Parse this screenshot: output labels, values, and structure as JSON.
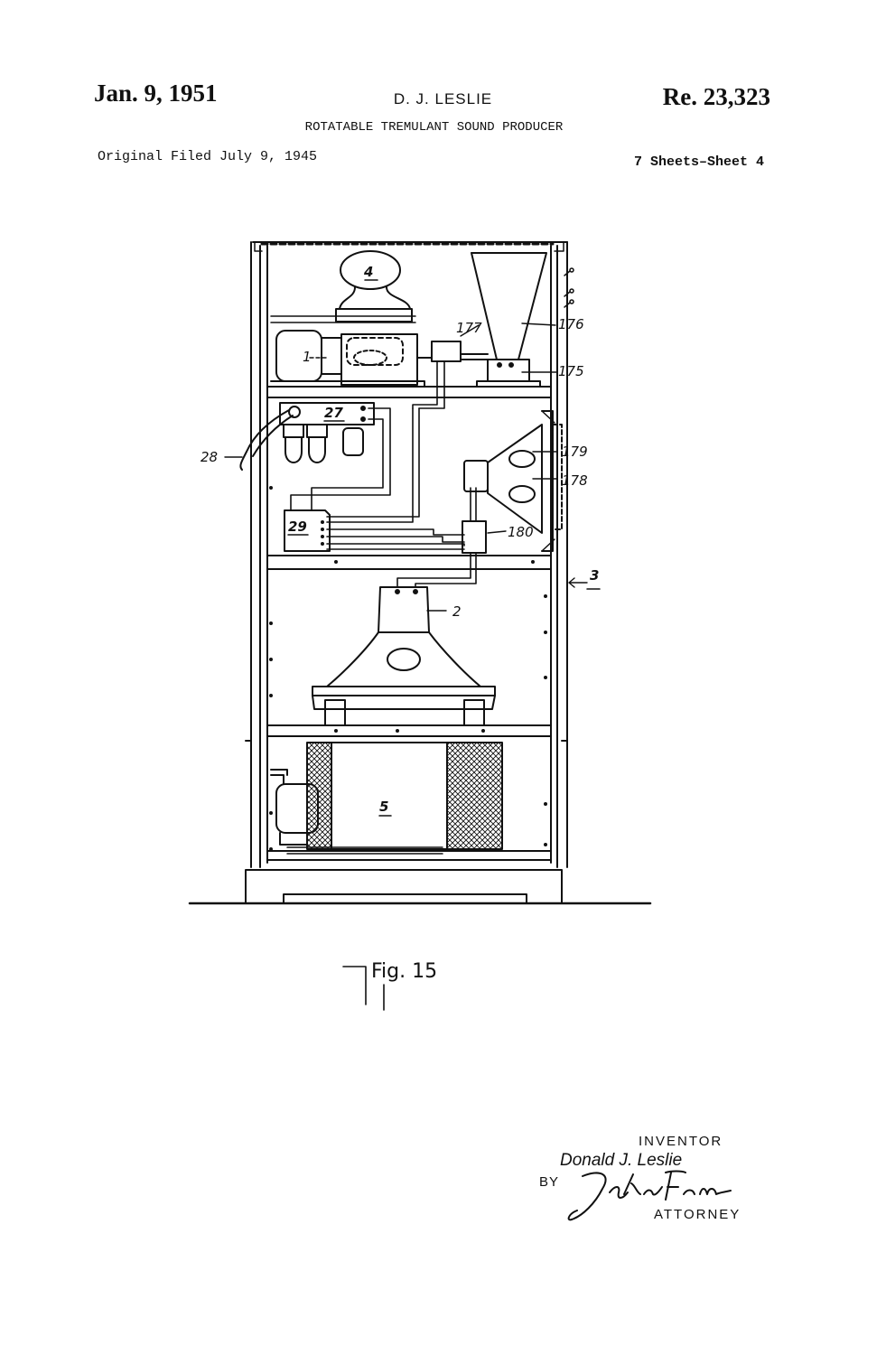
{
  "header": {
    "date": "Jan. 9, 1951",
    "inventor_name": "D. J. LESLIE",
    "patent_number": "Re. 23,323",
    "title": "ROTATABLE TREMULANT SOUND PRODUCER",
    "filed": "Original Filed July 9, 1945",
    "sheets": "7 Sheets–Sheet 4"
  },
  "drawing": {
    "figure_label": "Fig. 15",
    "reference_numerals": {
      "r1": "1",
      "r2": "2",
      "r3": "3",
      "r4": "4",
      "r5": "5",
      "r27": "27",
      "r28": "28",
      "r29": "29",
      "r175": "175",
      "r176": "176",
      "r177": "177",
      "r178": "178",
      "r179": "179",
      "r180": "180"
    }
  },
  "signature": {
    "inventor_label": "INVENTOR",
    "inventor_name": "Donald J. Leslie",
    "by_label": "BY",
    "attorney_signature": "John Flam",
    "attorney_label": "ATTORNEY"
  }
}
